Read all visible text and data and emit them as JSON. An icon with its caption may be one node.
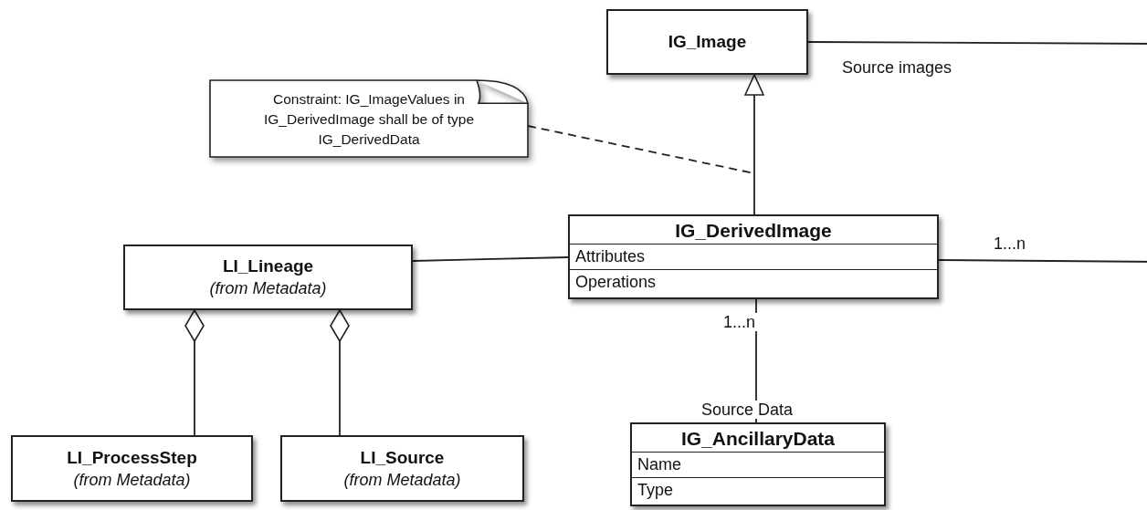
{
  "diagram": {
    "nodes": [
      {
        "text": [
          "IG_Image"
        ]
      },
      {
        "text": [
          "Constraint: IG_ImageValues in IG_DerivedImage shall be of type IG_DerivedData"
        ]
      },
      {
        "text": [
          "IG_DerivedImage",
          "Attributes",
          "Operations"
        ]
      },
      {
        "text": [
          "LI_Lineage",
          "(from Metadata)"
        ]
      },
      {
        "text": [
          "LI_ProcessStep",
          "(from Metadata)"
        ]
      },
      {
        "text": [
          "LI_Source",
          "(from Metadata)"
        ]
      },
      {
        "text": [
          "IG_AncillaryData",
          "Name",
          "Type"
        ]
      }
    ],
    "edges": [
      {
        "from": 2,
        "to": 0,
        "arrow": "to"
      },
      {
        "from": 1,
        "to": null,
        "arrow": "none",
        "style": "dashed"
      },
      {
        "from": 0,
        "to": 2,
        "arrow": "none",
        "label": "Source images"
      },
      {
        "from": 3,
        "to": 2,
        "arrow": "none"
      },
      {
        "from": 4,
        "to": 3,
        "arrow": "other"
      },
      {
        "from": 5,
        "to": 3,
        "arrow": "other"
      },
      {
        "from": 2,
        "to": 6,
        "arrow": "none"
      }
    ],
    "labels": [
      "1...n",
      "1...n",
      "Source Data"
    ]
  }
}
